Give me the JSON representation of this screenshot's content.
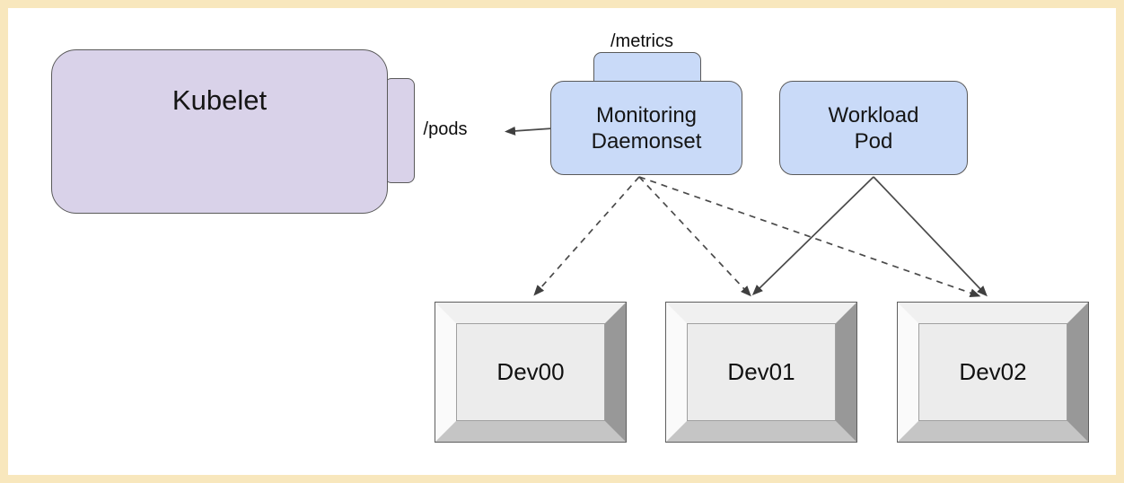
{
  "frame": {
    "border_color": "#f8e7bd",
    "background_color": "#ffffff"
  },
  "nodes": {
    "kubelet": {
      "label": "Kubelet",
      "fill": "#d9d2e9",
      "endpoint_label": "/pods"
    },
    "monitoring_daemonset": {
      "label": "Monitoring\nDaemonset",
      "fill": "#c9daf8",
      "endpoint_label": "/metrics"
    },
    "workload_pod": {
      "label": "Workload\nPod",
      "fill": "#c9daf8"
    },
    "devices": [
      {
        "label": "Dev00"
      },
      {
        "label": "Dev01"
      },
      {
        "label": "Dev02"
      }
    ]
  },
  "edges": [
    {
      "from": "monitoring_daemonset",
      "to": "kubelet /pods endpoint",
      "style": "solid-arrow"
    },
    {
      "from": "monitoring_daemonset",
      "to": "Dev00",
      "style": "dashed-arrow"
    },
    {
      "from": "monitoring_daemonset",
      "to": "Dev01",
      "style": "dashed-arrow"
    },
    {
      "from": "monitoring_daemonset",
      "to": "Dev02",
      "style": "dashed-arrow"
    },
    {
      "from": "workload_pod",
      "to": "Dev01",
      "style": "solid-arrow"
    },
    {
      "from": "workload_pod",
      "to": "Dev02",
      "style": "solid-arrow"
    }
  ]
}
